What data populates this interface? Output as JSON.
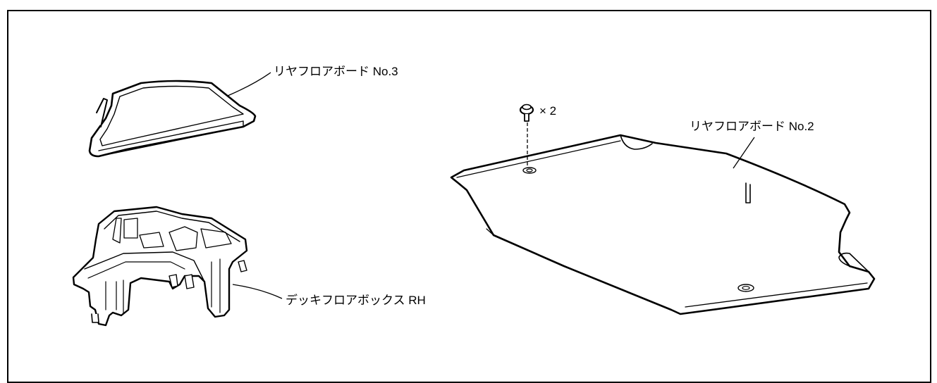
{
  "labels": {
    "board_no3": "リヤフロアボード No.3",
    "board_no2": "リヤフロアボード No.2",
    "deck_box": "デッキフロアボックス RH",
    "clip_qty": "× 2"
  }
}
